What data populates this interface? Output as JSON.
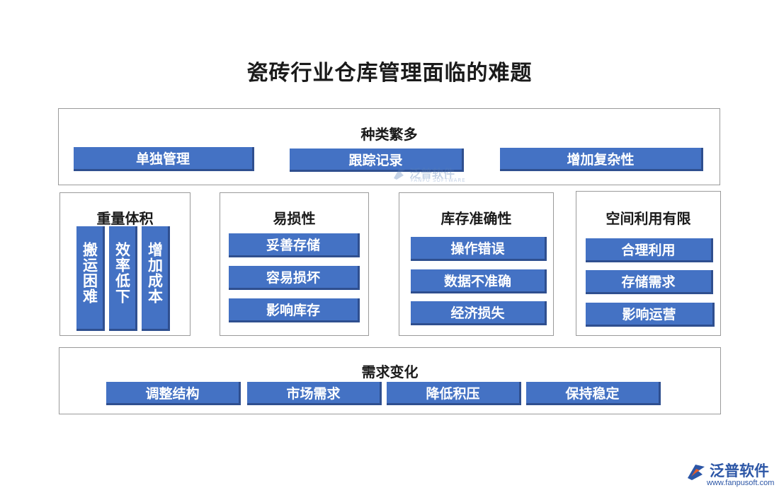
{
  "title": "瓷砖行业仓库管理面临的难题",
  "top": {
    "heading": "种类繁多",
    "items": [
      "单独管理",
      "跟踪记录",
      "增加复杂性"
    ]
  },
  "middle": [
    {
      "heading": "重量体积",
      "items": [
        "搬运困难",
        "效率低下",
        "增加成本"
      ]
    },
    {
      "heading": "易损性",
      "items": [
        "妥善存储",
        "容易损坏",
        "影响库存"
      ]
    },
    {
      "heading": "库存准确性",
      "items": [
        "操作错误",
        "数据不准确",
        "经济损失"
      ]
    },
    {
      "heading": "空间利用有限",
      "items": [
        "合理利用",
        "存储需求",
        "影响运营"
      ]
    }
  ],
  "bottom": {
    "heading": "需求变化",
    "items": [
      "调整结构",
      "市场需求",
      "降低积压",
      "保持稳定"
    ]
  },
  "watermark": {
    "name": "泛普软件",
    "sub": "FANPU SOFTWARE"
  },
  "brand": {
    "name": "泛普软件",
    "url": "www.fanpusoft.com"
  },
  "colors": {
    "pill": "#4472c4",
    "pill_shadow": "#2f4f8f",
    "border": "#9a9a9a"
  },
  "icons": {
    "logo": "fanpu-logo-icon"
  }
}
